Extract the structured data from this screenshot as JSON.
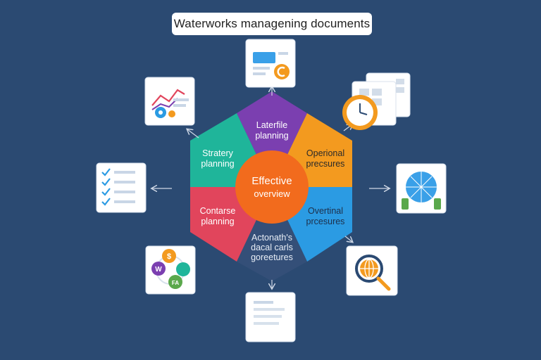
{
  "title": "Waterworks managening documents",
  "center": {
    "line1": "Effective",
    "line2": "overview"
  },
  "segments": [
    {
      "id": "top",
      "line1": "Laterfile",
      "line2": "planning",
      "color": "#7b3fb0"
    },
    {
      "id": "upper-right",
      "line1": "Operional",
      "line2": "precsures",
      "color": "#f39a1f"
    },
    {
      "id": "lower-right",
      "line1": "Overtinal",
      "line2": "prcesures",
      "color": "#2b9be3"
    },
    {
      "id": "bottom",
      "line1": "Actonath's",
      "line2": "dacal carls",
      "line3": "goreetures",
      "color": "#344f78"
    },
    {
      "id": "lower-left",
      "line1": "Contarse",
      "line2": "planning",
      "color": "#e1455c"
    },
    {
      "id": "upper-left",
      "line1": "Stratery",
      "line2": "planning",
      "color": "#1fb59a"
    }
  ],
  "colors": {
    "background": "#2b4a72",
    "center": "#f26b1d",
    "accent_orange": "#f39a1f",
    "accent_blue": "#2b9be3",
    "arrow": "#cfd8e6"
  },
  "icons": [
    "document-chart-icon",
    "clock-documents-icon",
    "globe-card-icon",
    "search-globe-icon",
    "text-document-icon",
    "gears-badges-icon",
    "checklist-icon",
    "analytics-gear-icon"
  ]
}
